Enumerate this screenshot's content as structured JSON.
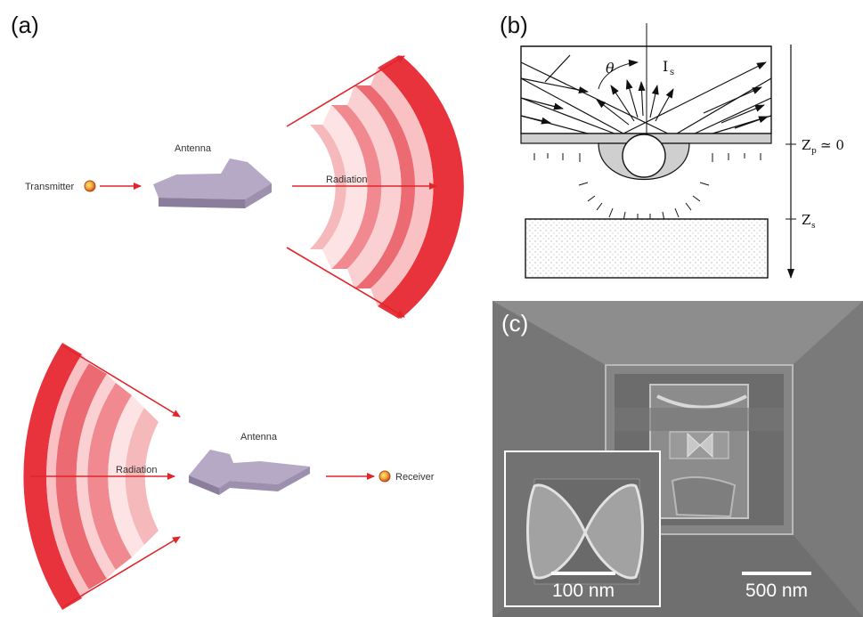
{
  "panel_a": {
    "label": "(a)",
    "transmit": {
      "transmitter": "Transmitter",
      "antenna": "Antenna",
      "radiation": "Radiation"
    },
    "receive": {
      "radiation": "Radiation",
      "antenna": "Antenna",
      "receiver": "Receiver"
    }
  },
  "panel_b": {
    "label": "(b)",
    "theta": "θ",
    "intensity": "I",
    "intensity_sub": "s",
    "zp": "Z",
    "zp_sub": "p",
    "zp_rel": "≃ 0",
    "zs": "Z",
    "zs_sub": "s"
  },
  "panel_c": {
    "label": "(c)",
    "inset_scale": "100 nm",
    "main_scale": "500 nm"
  },
  "colors": {
    "wave_red": "#e8323c",
    "arrow_red": "#e0252b",
    "antenna_top": "#b5a9c6",
    "antenna_side": "#8a7e9c",
    "sem_gray": "#7f7f7f"
  }
}
